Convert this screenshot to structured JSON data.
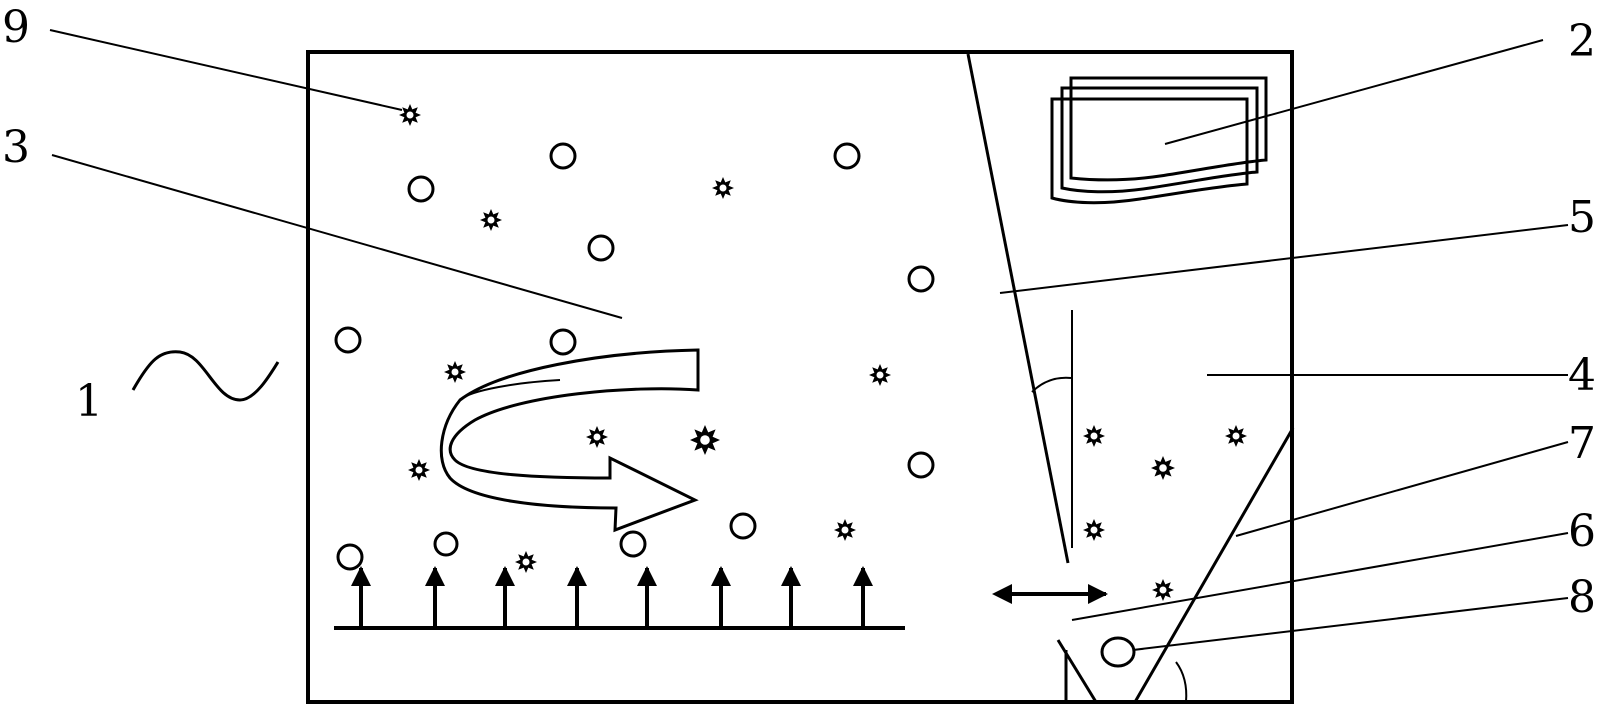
{
  "labels": {
    "n1": "1",
    "n2": "2",
    "n3": "3",
    "n4": "4",
    "n5": "5",
    "n6": "6",
    "n7": "7",
    "n8": "8",
    "n9": "9"
  },
  "colors": {
    "stroke": "#000000",
    "background": "#ffffff"
  }
}
